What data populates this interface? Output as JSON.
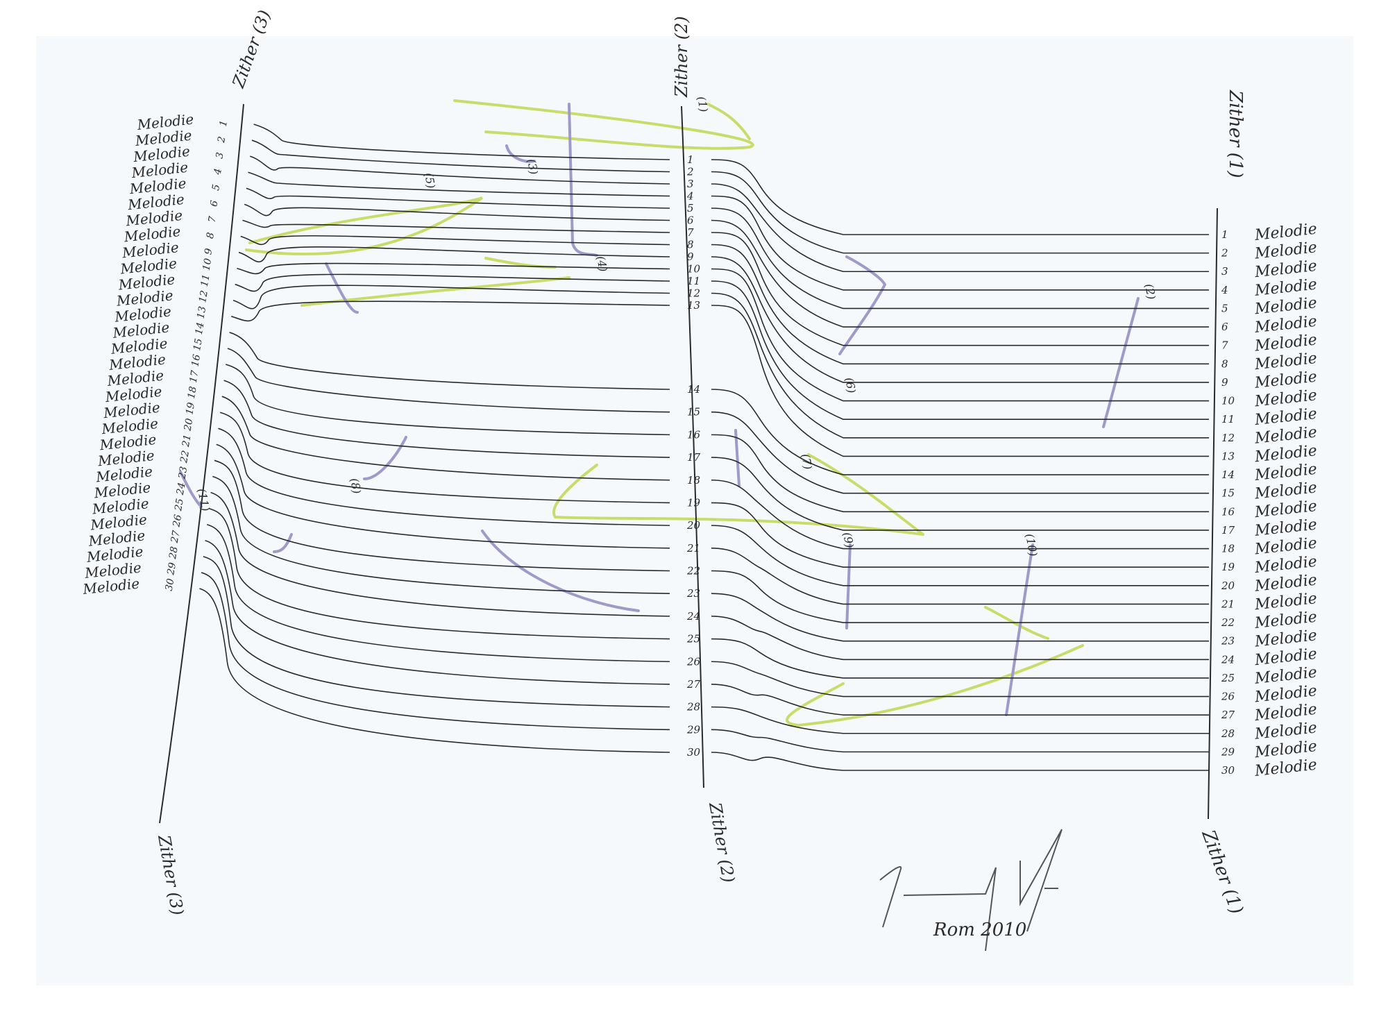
{
  "artwork": {
    "instrument_labels": {
      "zither_1": "Zither (1)",
      "zither_2": "Zither (2)",
      "zither_3": "Zither (3)"
    },
    "melody_word": "Melodie",
    "string_count": 30,
    "section_marks": [
      "(1)",
      "(2)",
      "(3)",
      "(4)",
      "(5)",
      "(6)",
      "(7)",
      "(8)",
      "(9)",
      "(10)",
      "(11)"
    ],
    "signature_place_date": "Rom 2010",
    "colors": {
      "paper": "#f5f9fc",
      "ink": "#2a2a2a",
      "green_pencil": "#c9dc6a",
      "violet_pencil": "#9d9bc9"
    }
  }
}
